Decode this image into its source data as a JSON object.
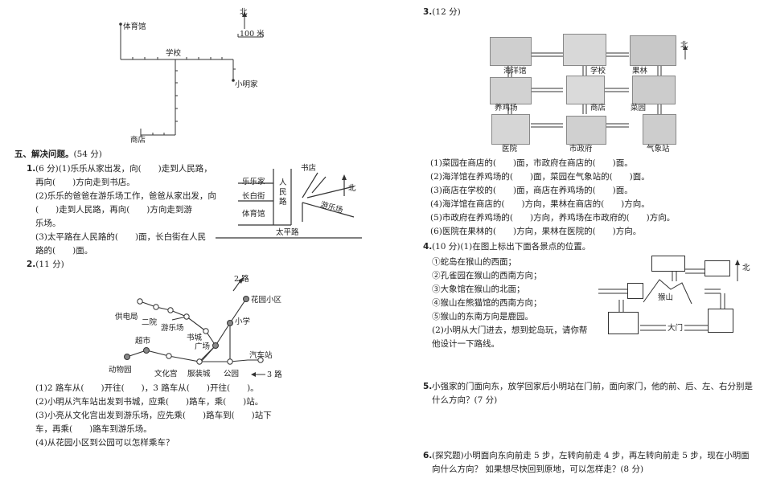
{
  "top_map": {
    "north": "北",
    "scale": "100 米",
    "gym": "体育馆",
    "school": "学校",
    "xiaoming_home": "小明家",
    "store": "商店"
  },
  "section5": {
    "heading": "五、解决问题。",
    "score": "(54 分)",
    "q1": {
      "num": "1.",
      "lines": [
        "(6 分)(1)乐乐从家出发，向(　　)走到人民路，",
        "再向(　　)方向走到书店。",
        "(2)乐乐的爸爸在游乐场工作，爸爸从家出发，向",
        "(　　)走到人民路，再向(　　)方向走到游",
        "乐场。",
        "(3)太平路在人民路的(　　)面，长白街在人民",
        "路的(　　)面。"
      ],
      "map": {
        "lelejia": "乐乐家",
        "changbai": "长白街",
        "tiyuguan": "体育馆",
        "renmin": "人民路",
        "shudian": "书店",
        "youlechang": "游乐场",
        "taiping": "太平路",
        "north": "北"
      }
    },
    "q2": {
      "num": "2.",
      "score": "(11 分)",
      "map": {
        "route2": "2 路",
        "garden": "花园小区",
        "power": "供电局",
        "erzhong": "二院",
        "park": "游乐场",
        "school": "小学",
        "supermarket": "超市",
        "bookcity": "书城",
        "square": "广场",
        "bus": "汽车站",
        "zoo": "动物园",
        "culture": "文化宫",
        "clothes": "服装城",
        "gongyuan": "公园",
        "route3": "3 路"
      },
      "lines": [
        "(1)2 路车从(　　)开往(　　)，3 路车从(　　)开往(　　)。",
        "(2)小明从汽车站出发到书城，应乘(　　)路车，乘(　　)站。",
        "(3)小亮从文化宫出发到游乐场，应先乘(　　)路车到(　　)站下",
        "车，再乘(　　)路车到游乐场。",
        "(4)从花园小区到公园可以怎样乘车？"
      ]
    }
  },
  "q3": {
    "num": "3.",
    "score": "(12 分)",
    "labels": {
      "ocean": "海洋馆",
      "school": "学校",
      "orchard": "果林",
      "chicken": "养鸡场",
      "store": "商店",
      "vegetable": "菜园",
      "hospital": "医院",
      "govt": "市政府",
      "weather": "气象站",
      "north": "北"
    },
    "lines": [
      "(1)菜园在商店的(　　)面，市政府在商店的(　　)面。",
      "(2)海洋馆在养鸡场的(　　)面，菜园在气象站的(　　)面。",
      "(3)商店在学校的(　　)面，商店在养鸡场的(　　)面。",
      "(4)海洋馆在商店的(　　)方向，果林在商店的(　　)方向。",
      "(5)市政府在养鸡场的(　　)方向，养鸡场在市政府的(　　)方向。",
      "(6)医院在果林的(　　)方向，果林在医院的(　　)方向。"
    ]
  },
  "q4": {
    "num": "4.",
    "lines": [
      "(10 分)(1)在图上标出下面各景点的位置。",
      "①蛇岛在猴山的西面；",
      "②孔雀园在猴山的西南方向；",
      "③大象馆在猴山的北面；",
      "④猴山在熊猫馆的西南方向；",
      "⑤猴山的东南方向是鹿园。",
      "(2)小明从大门进去，想到蛇岛玩，请你帮",
      "他设计一下路线。"
    ],
    "map": {
      "monkey": "猴山",
      "gate": "大门",
      "north": "北"
    }
  },
  "q5": {
    "num": "5.",
    "lines": [
      "小强家的门面向东，放学回家后小明站在门前，面向家门，他的前、后、左、右分别是",
      "什么方向？(7 分)"
    ]
  },
  "q6": {
    "num": "6.",
    "lines": [
      "(探究题)小明面向东向前走 5 步，左转向前走 4 步，再左转向前走 5 步，现在小明面",
      "向什么方向？ 如果想尽快回到原地，可以怎样走？(8 分)"
    ]
  }
}
